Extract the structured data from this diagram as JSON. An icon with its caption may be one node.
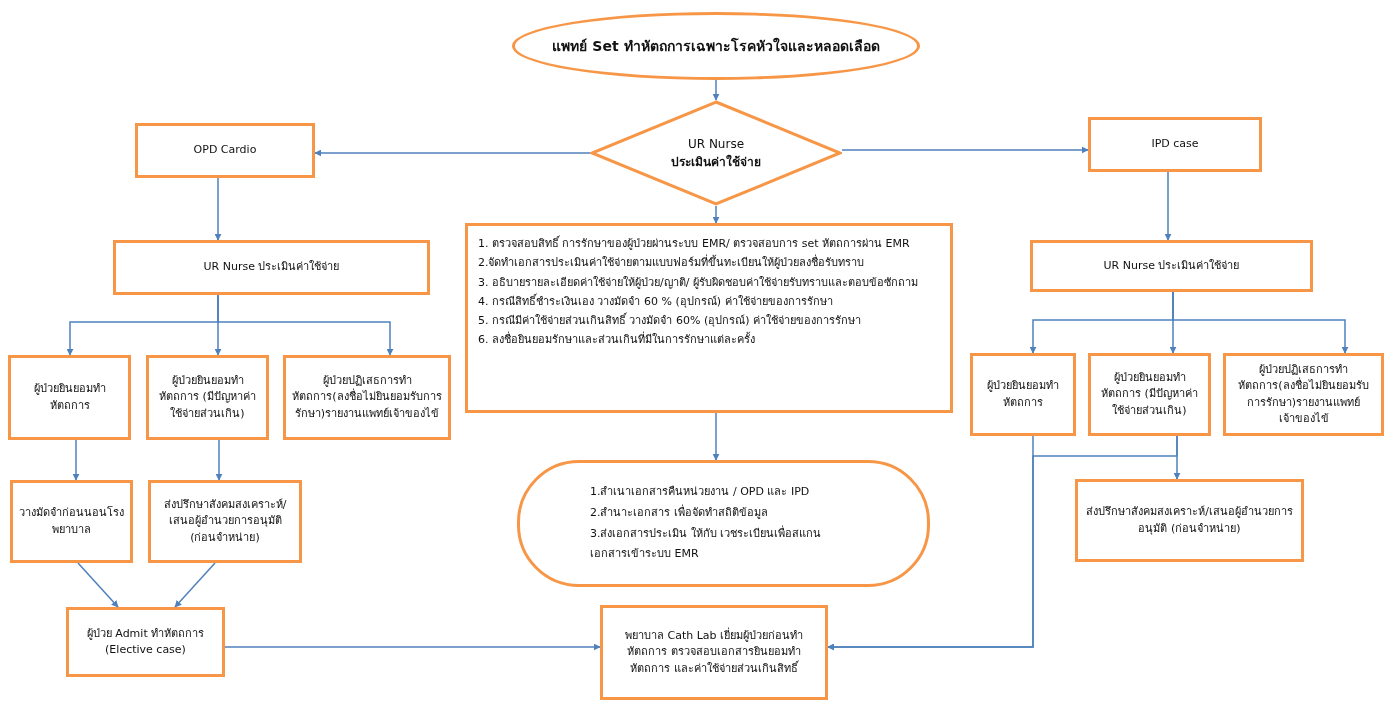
{
  "diagram": {
    "nodes": [
      {
        "text": [
          "แพทย์ Set ทำหัตถการเฉพาะโรคหัวใจและหลอดเลือด"
        ]
      },
      {
        "text": [
          "UR Nurse",
          "ประเมินค่าใช้จ่าย"
        ]
      },
      {
        "text": [
          "OPD Cardio"
        ]
      },
      {
        "text": [
          "IPD  case"
        ]
      },
      {
        "text": [
          "1. ตรวจสอบสิทธิ์ การรักษาของผู้ป่วยผ่านระบบ EMR/ ตรวจสอบการ set หัตถการผ่าน EMR",
          "2.จัดทำเอกสารประเมินค่าใช้จ่ายตามแบบฟอร์มที่ขึ้นทะเบียนให้ผู้ป่วยลงชื่อรับทราบ",
          "3. อธิบายรายละเอียดค่าใช้จ่ายให้ผู้ป่วย/ญาติ/ ผู้รับผิดชอบค่าใช้จ่ายรับทราบและตอบข้อซักถาม",
          "4. กรณีสิทธิ์ชำระเงินเอง วางมัดจำ 60 % (อุปกรณ์) ค่าใช้จ่ายของการรักษา",
          "5. กรณีมีค่าใช้จ่ายส่วนเกินสิทธิ์ วางมัดจำ 60% (อุปกรณ์) ค่าใช้จ่ายของการรักษา",
          "6. ลงชื่อยินยอมรักษาและส่วนเกินที่มีในการรักษาแต่ละครั้ง"
        ]
      },
      {
        "text": [
          "UR Nurse ประเมินค่าใช้จ่าย"
        ]
      },
      {
        "text": [
          "ผู้ป่วยยินยอมทำหัตถการ"
        ]
      },
      {
        "text": [
          "ผู้ป่วยยินยอมทำหัตถการ (มีปัญหาค่าใช้จ่ายส่วนเกิน)"
        ]
      },
      {
        "text": [
          "ผู้ป่วยปฏิเสธการทำหัตถการ(ลงชื่อไม่ยินยอมรับการรักษา)รายงานแพทย์เจ้าของไข้"
        ]
      },
      {
        "text": [
          "วางมัดจำก่อนนอนโรงพยาบาล"
        ]
      },
      {
        "text": [
          "ส่งปรึกษาสังคมสงเคราะห์/เสนอผู้อำนวยการอนุมัติ (ก่อนจำหน่าย)"
        ]
      },
      {
        "text": [
          "ผู้ป่วย Admit ทำหัตถการ (Elective case)"
        ]
      },
      {
        "text": [
          "UR Nurse ประเมินค่าใช้จ่าย"
        ]
      },
      {
        "text": [
          "ผู้ป่วยยินยอมทำหัตถการ"
        ]
      },
      {
        "text": [
          "ผู้ป่วยยินยอมทำหัตถการ (มีปัญหาค่าใช้จ่ายส่วนเกิน)"
        ]
      },
      {
        "text": [
          "ผู้ป่วยปฏิเสธการทำหัตถการ(ลงชื่อไม่ยินยอมรับการรักษา)รายงานแพทย์เจ้าของไข้"
        ]
      },
      {
        "text": [
          "ส่งปรึกษาสังคมสงเคราะห์/เสนอผู้อำนวยการอนุมัติ (ก่อนจำหน่าย)"
        ]
      },
      {
        "text": [
          "1.สำเนาเอกสารคืนหน่วยงาน / OPD และ IPD",
          "2.สำนาะเอกสาร เพื่อจัดทำสถิติข้อมูล",
          "3.ส่งเอกสารประเมิน ให้กับ เวชระเบียนเพื่อสแกนเอกสารเข้าระบบ EMR"
        ]
      },
      {
        "text": [
          "พยาบาล Cath Lab เยี่ยมผู้ป่วยก่อนทำหัตถการ ตรวจสอบเอกสารยินยอมทำหัตถการ และค่าใช้จ่ายส่วนเกินสิทธิ์"
        ]
      }
    ],
    "edges": [
      {
        "from": 0,
        "to": 1,
        "arrow": "to"
      },
      {
        "from": 1,
        "to": 2,
        "arrow": "to"
      },
      {
        "from": 1,
        "to": 3,
        "arrow": "to"
      },
      {
        "from": 1,
        "to": 4,
        "arrow": "to"
      },
      {
        "from": 2,
        "to": 5,
        "arrow": "to"
      },
      {
        "from": 5,
        "to": 6,
        "arrow": "to"
      },
      {
        "from": 5,
        "to": 7,
        "arrow": "to"
      },
      {
        "from": 5,
        "to": 8,
        "arrow": "to"
      },
      {
        "from": 6,
        "to": 9,
        "arrow": "to"
      },
      {
        "from": 7,
        "to": 10,
        "arrow": "to"
      },
      {
        "from": 9,
        "to": 11,
        "arrow": "to"
      },
      {
        "from": 10,
        "to": 11,
        "arrow": "to"
      },
      {
        "from": 11,
        "to": 18,
        "arrow": "to"
      },
      {
        "from": 3,
        "to": 12,
        "arrow": "to"
      },
      {
        "from": 12,
        "to": 13,
        "arrow": "to"
      },
      {
        "from": 12,
        "to": 14,
        "arrow": "to"
      },
      {
        "from": 12,
        "to": 15,
        "arrow": "to"
      },
      {
        "from": 14,
        "to": 16,
        "arrow": "to"
      },
      {
        "from": 13,
        "to": 18,
        "arrow": "to"
      },
      {
        "from": 14,
        "to": 18,
        "arrow": "to"
      },
      {
        "from": 4,
        "to": 17,
        "arrow": "to"
      }
    ]
  }
}
